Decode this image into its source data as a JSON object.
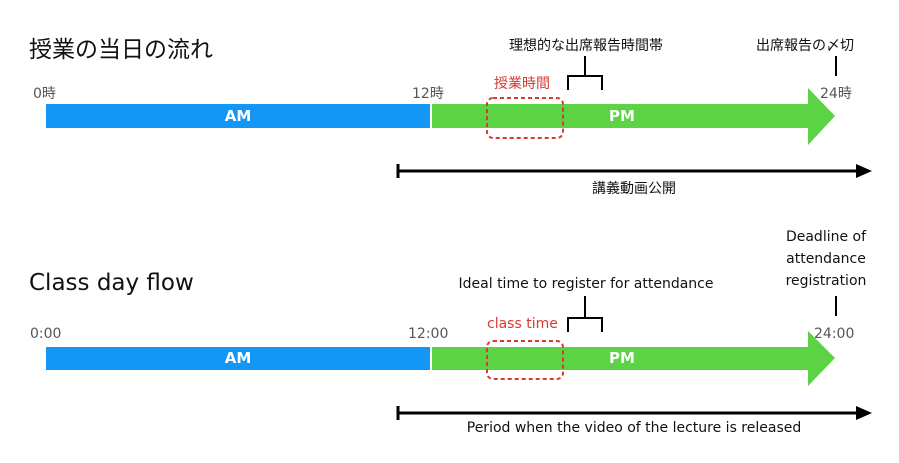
{
  "colors": {
    "am": "#1496f4",
    "pm": "#5bd344",
    "class_time": "#d93a30",
    "line": "#000000"
  },
  "sections": [
    {
      "title": "授業の当日の流れ",
      "ticks": {
        "start": "0時",
        "noon": "12時",
        "end": "24時"
      },
      "am_label": "AM",
      "pm_label": "PM",
      "class_time_label": "授業時間",
      "ideal_time_label": "理想的な出席報告時間帯",
      "deadline_label": [
        "出席報告の〆切"
      ],
      "video_period_label": "講義動画公開"
    },
    {
      "title": "Class day flow",
      "ticks": {
        "start": "0:00",
        "noon": "12:00",
        "end": "24:00"
      },
      "am_label": "AM",
      "pm_label": "PM",
      "class_time_label": "class time",
      "ideal_time_label": "Ideal time to register for attendance",
      "deadline_label": [
        "Deadline of",
        "attendance",
        "registration"
      ],
      "video_period_label": "Period when the video of the lecture is released"
    }
  ]
}
